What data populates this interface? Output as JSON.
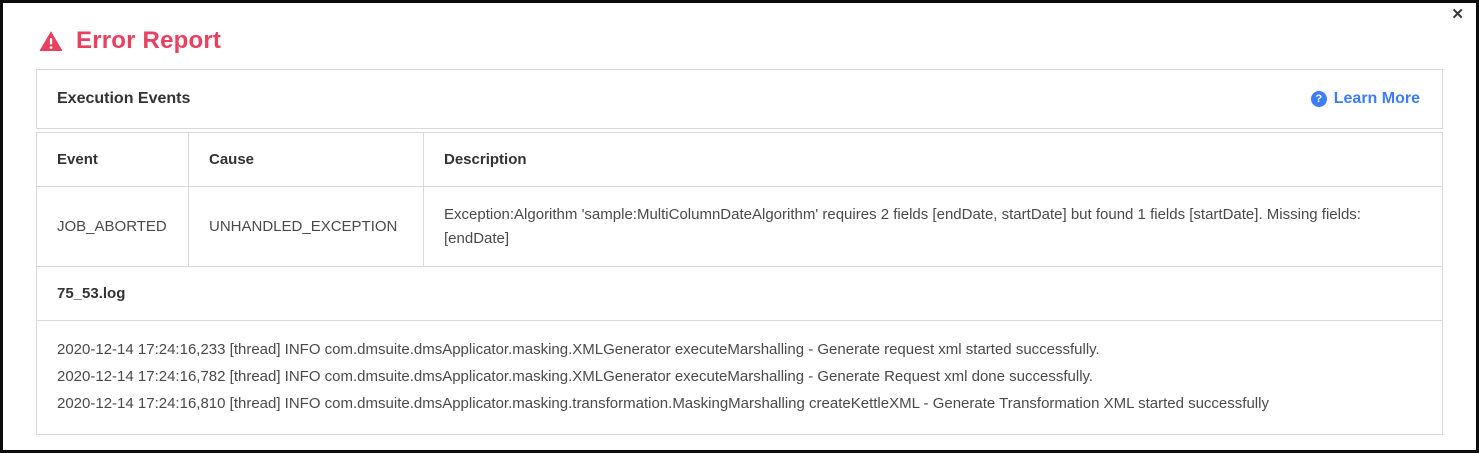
{
  "modal": {
    "title": "Error Report",
    "close_label": "✕"
  },
  "panel": {
    "header": "Execution Events",
    "learn_more_label": "Learn More",
    "help_icon_glyph": "?"
  },
  "table": {
    "columns": [
      "Event",
      "Cause",
      "Description"
    ],
    "rows": [
      {
        "event": "JOB_ABORTED",
        "cause": "UNHANDLED_EXCEPTION",
        "description": "Exception:Algorithm 'sample:MultiColumnDateAlgorithm' requires 2 fields [endDate, startDate] but found 1 fields [startDate]. Missing fields: [endDate]"
      }
    ]
  },
  "log": {
    "filename": "75_53.log",
    "lines": [
      "2020-12-14 17:24:16,233 [thread] INFO com.dmsuite.dmsApplicator.masking.XMLGenerator executeMarshalling - Generate request xml started successfully.",
      "2020-12-14 17:24:16,782 [thread] INFO com.dmsuite.dmsApplicator.masking.XMLGenerator executeMarshalling - Generate Request xml done successfully.",
      "2020-12-14 17:24:16,810 [thread] INFO com.dmsuite.dmsApplicator.masking.transformation.MaskingMarshalling createKettleXML - Generate Transformation XML started successfully"
    ]
  },
  "icons": {
    "warning": "warning-triangle-icon",
    "help": "help-circle-icon",
    "close": "close-icon"
  },
  "colors": {
    "accent": "#e8415f",
    "link": "#3d7df5",
    "border": "#d9d9d9",
    "text": "#4a4a4a"
  }
}
